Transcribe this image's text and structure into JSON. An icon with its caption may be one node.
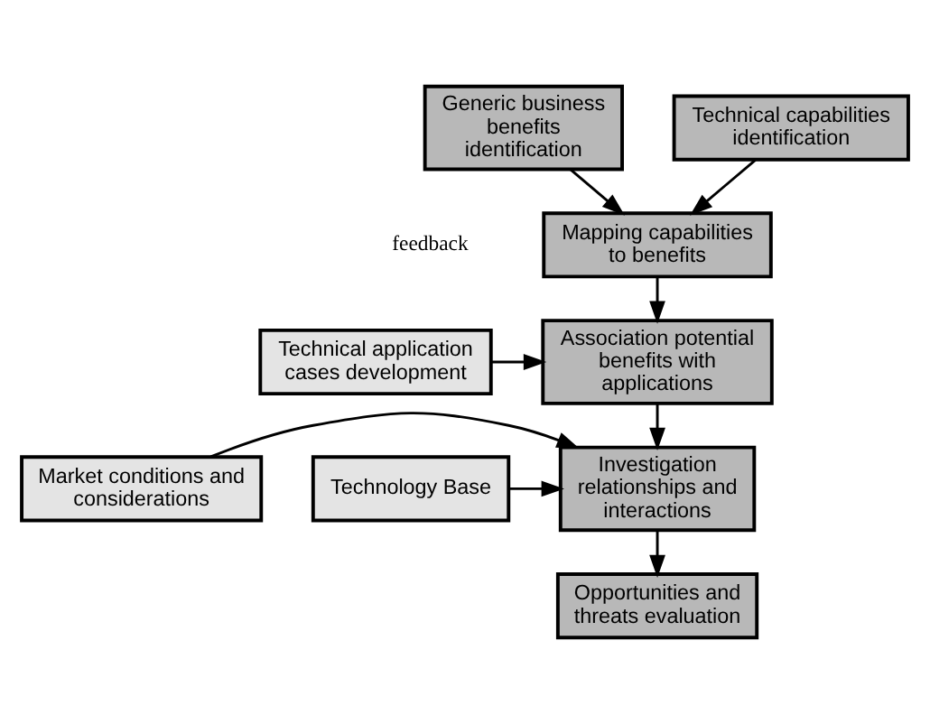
{
  "diagram": {
    "nodes": [
      {
        "text": [
          "Generic business benefits identification"
        ]
      },
      {
        "text": [
          "Technical capabilities identification"
        ]
      },
      {
        "text": [
          "Mapping capabilities to benefits"
        ]
      },
      {
        "text": [
          "Association potential benefits with applications"
        ]
      },
      {
        "text": [
          "Technical application cases development"
        ]
      },
      {
        "text": [
          "Market conditions and considerations"
        ]
      },
      {
        "text": [
          "Investigation relationships and interactions"
        ]
      },
      {
        "text": [
          "Technology Base"
        ]
      },
      {
        "text": [
          "Opportunities and threats evaluation"
        ]
      }
    ],
    "edges": [
      {
        "from": 0,
        "to": 2,
        "arrow": "to"
      },
      {
        "from": 1,
        "to": 2,
        "arrow": "to"
      },
      {
        "from": 2,
        "to": 3,
        "arrow": "to"
      },
      {
        "from": 4,
        "to": 3,
        "arrow": "to"
      },
      {
        "from": 3,
        "to": 6,
        "arrow": "to"
      },
      {
        "from": 5,
        "to": 6,
        "arrow": "to"
      },
      {
        "from": 7,
        "to": 6,
        "arrow": "to"
      },
      {
        "from": 6,
        "to": 8,
        "arrow": "to"
      }
    ],
    "labels": [
      "feedback"
    ]
  }
}
